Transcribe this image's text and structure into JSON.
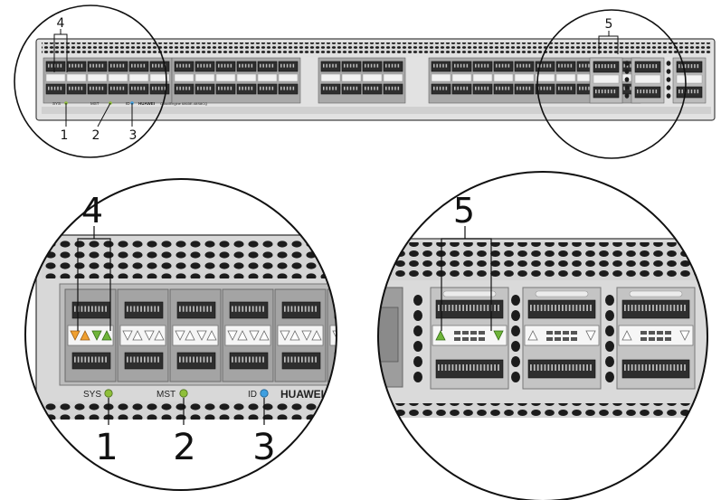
{
  "device": {
    "brand": "HUAWEI",
    "model": "CloudEngine 6865E-48S8CQ"
  },
  "indicators": [
    {
      "label": "SYS",
      "color": "#8fbf3a"
    },
    {
      "label": "MST",
      "color": "#8fbf3a"
    },
    {
      "label": "ID",
      "color": "#3f9fe0"
    }
  ],
  "callouts": {
    "sys": "1",
    "mst": "2",
    "id": "3",
    "sfp_ports": "4",
    "qsfp_ports": "5"
  },
  "colors": {
    "chassis": "#dcdcdc",
    "chassis_edge": "#444444",
    "vent": "#1e1e1e",
    "port_panel": "#b5b5b5",
    "port_group": "#9c9c9c",
    "port_hole": "#3a3a3a",
    "status_green": "#6fb43a",
    "status_orange": "#f0a030",
    "outline": "#111111"
  },
  "icons": [
    "vent-hole-pattern",
    "link-status-triangle",
    "qsfp-cage-icon",
    "sfp-cage-icon"
  ]
}
